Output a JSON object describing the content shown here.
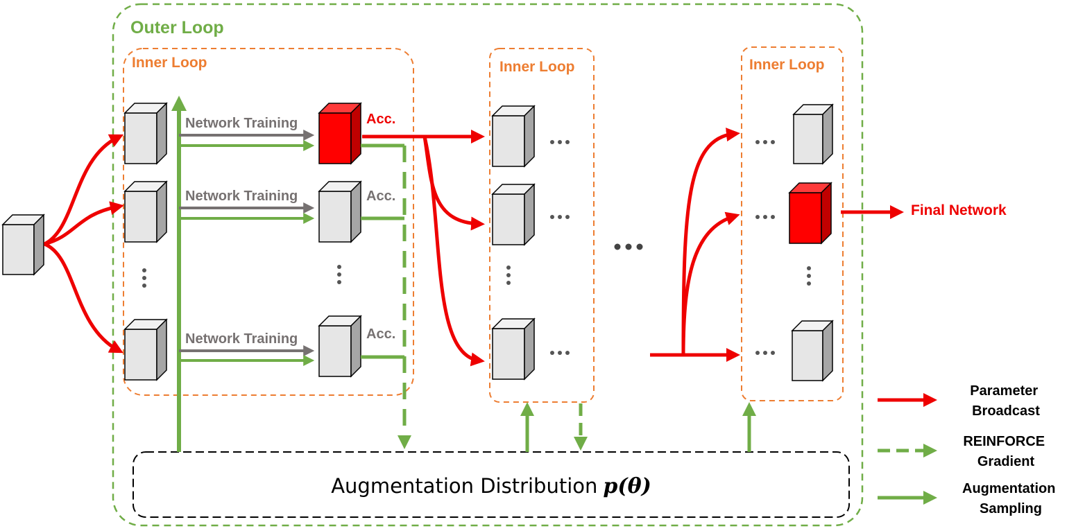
{
  "labels": {
    "outer_loop": "Outer Loop",
    "inner_loop": "Inner Loop",
    "network_training": "Network Training",
    "acc": "Acc.",
    "final_network": "Final Network",
    "distribution_prefix": "Augmentation Distribution",
    "distribution_math": "p(θ)",
    "ellipsis": "…",
    "vdots": "⋮"
  },
  "legend": {
    "parameter_broadcast": [
      "Parameter",
      "Broadcast"
    ],
    "reinforce_gradient": [
      "REINFORCE",
      "Gradient"
    ],
    "augmentation_sampling": [
      "Augmentation",
      "Sampling"
    ]
  },
  "colors": {
    "red": "#ee0000",
    "green": "#70ad47",
    "gray": "#767171",
    "orange": "#ed7d31",
    "outer_green": "#70ad47",
    "box_front": "#e6e6e6",
    "box_top": "#f2f2f2",
    "box_side": "#a6a6a6",
    "red_front": "#ff0000",
    "red_top": "#ff3b3b",
    "red_side": "#c00000"
  }
}
